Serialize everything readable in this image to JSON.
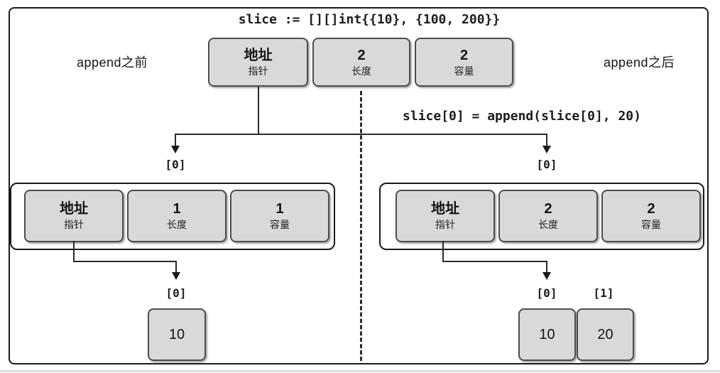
{
  "diagram": {
    "top_code": "slice := [][]int{{10}, {100, 200}}",
    "append_code": "slice[0] = append(slice[0], 20)",
    "label_before": "append之前",
    "label_after": "append之后",
    "colors": {
      "cell_fill": "#d9d9d9",
      "cell_border": "#4d4d4d",
      "frame_border": "#1a1a1a",
      "line": "#2a2a2a"
    },
    "header_slice": {
      "cells": [
        {
          "main": "地址",
          "sub": "指针"
        },
        {
          "main": "2",
          "sub": "长度"
        },
        {
          "main": "2",
          "sub": "容量"
        }
      ]
    },
    "before": {
      "outer_index": "[0]",
      "cells": [
        {
          "main": "地址",
          "sub": "指针"
        },
        {
          "main": "1",
          "sub": "长度"
        },
        {
          "main": "1",
          "sub": "容量"
        }
      ],
      "element_labels": [
        "[0]"
      ],
      "elements": [
        "10"
      ]
    },
    "after": {
      "outer_index": "[0]",
      "cells": [
        {
          "main": "地址",
          "sub": "指针"
        },
        {
          "main": "2",
          "sub": "长度"
        },
        {
          "main": "2",
          "sub": "容量"
        }
      ],
      "element_labels": [
        "[0]",
        "[1]"
      ],
      "elements": [
        "10",
        "20"
      ]
    }
  }
}
